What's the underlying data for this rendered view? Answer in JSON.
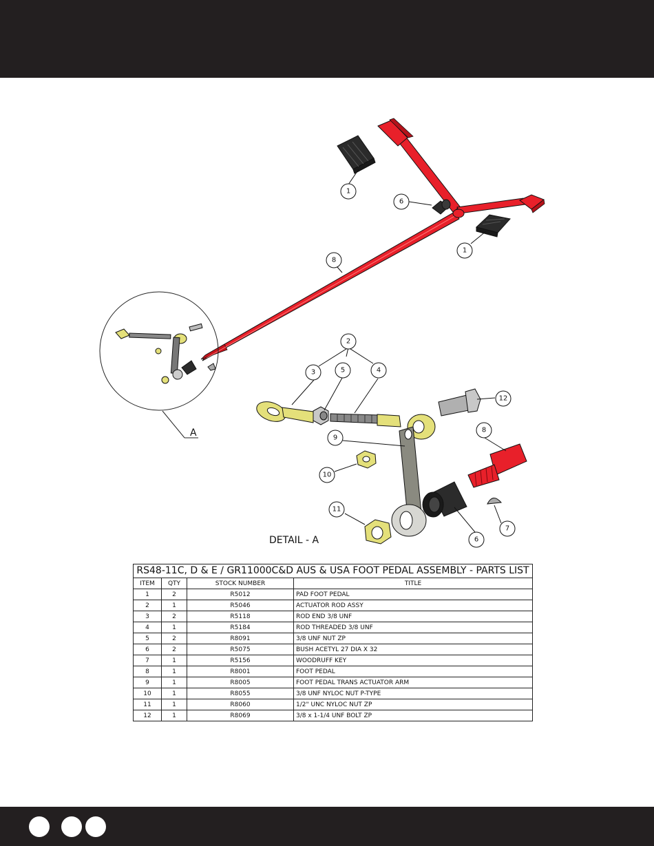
{
  "detail": {
    "view_label": "A",
    "title": "DETAIL - A"
  },
  "callouts": [
    "1",
    "1",
    "6",
    "8",
    "2",
    "3",
    "5",
    "4",
    "12",
    "9",
    "8",
    "10",
    "11",
    "7",
    "6"
  ],
  "parts_list": {
    "title": "RS48-11C, D & E / GR11000C&D AUS & USA FOOT PEDAL ASSEMBLY - PARTS LIST",
    "columns": [
      "ITEM",
      "QTY",
      "STOCK NUMBER",
      "TITLE"
    ],
    "rows": [
      [
        "1",
        "2",
        "R5012",
        "PAD FOOT PEDAL"
      ],
      [
        "2",
        "1",
        "R5046",
        "ACTUATOR ROD ASSY"
      ],
      [
        "3",
        "2",
        "R5118",
        "ROD END 3/8 UNF"
      ],
      [
        "4",
        "1",
        "R5184",
        "ROD THREADED 3/8 UNF"
      ],
      [
        "5",
        "2",
        "R8091",
        "3/8 UNF NUT ZP"
      ],
      [
        "6",
        "2",
        "R5075",
        "BUSH ACETYL 27 DIA X 32"
      ],
      [
        "7",
        "1",
        "R5156",
        "WOODRUFF KEY"
      ],
      [
        "8",
        "1",
        "R8001",
        "FOOT PEDAL"
      ],
      [
        "9",
        "1",
        "R8005",
        "FOOT PEDAL TRANS ACTUATOR ARM"
      ],
      [
        "10",
        "1",
        "R8055",
        "3/8 UNF NYLOC NUT P-TYPE"
      ],
      [
        "11",
        "1",
        "R8060",
        "1/2\" UNC NYLOC NUT ZP"
      ],
      [
        "12",
        "1",
        "R8069",
        "3/8 x 1-1/4  UNF BOLT ZP"
      ]
    ]
  },
  "colors": {
    "band": "#231f20",
    "pedal_red": "#e8202a",
    "pad_black": "#2b2b2b",
    "brass": "#e4e07a",
    "steel": "#a9a9a9"
  }
}
